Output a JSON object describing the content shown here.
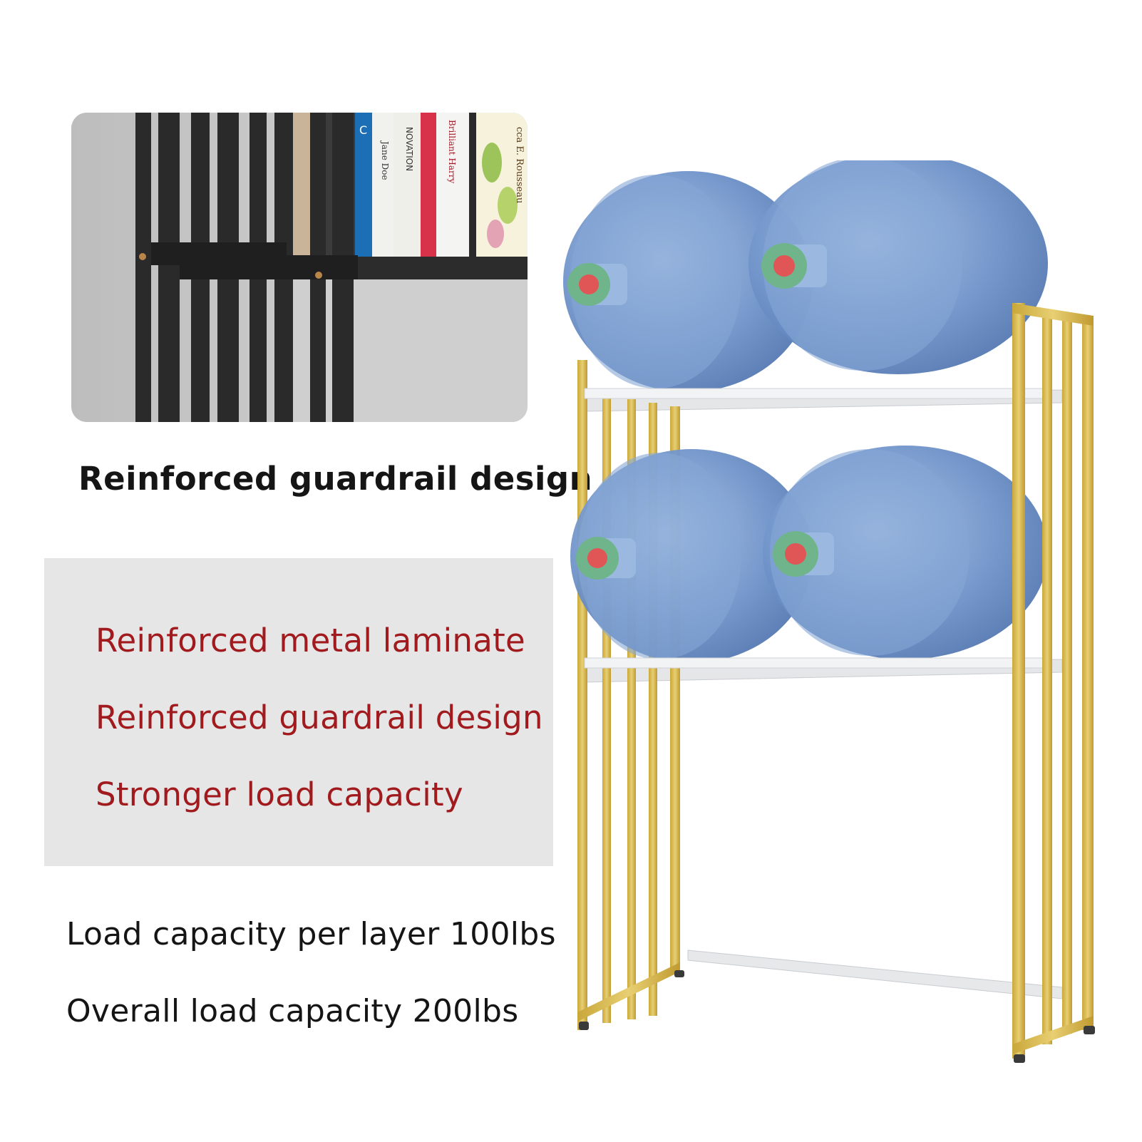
{
  "detail_image": {
    "book_spines": [
      "C",
      "Jane Doe",
      "NOVATION",
      "Brilliant Harry",
      "cca E. Rousseau"
    ]
  },
  "caption": "Reinforced guardrail design",
  "features": [
    "Reinforced metal laminate",
    "Reinforced guardrail design",
    "Stronger load capacity"
  ],
  "specs": [
    "Load capacity per layer 100lbs",
    "Overall load capacity 200lbs"
  ],
  "product_image": {
    "frame_color": "#d8b94f",
    "shelf_color": "#e4e6e8",
    "jug_color": "#6f93c9",
    "jug_count": 4,
    "shelf_count": 3
  }
}
